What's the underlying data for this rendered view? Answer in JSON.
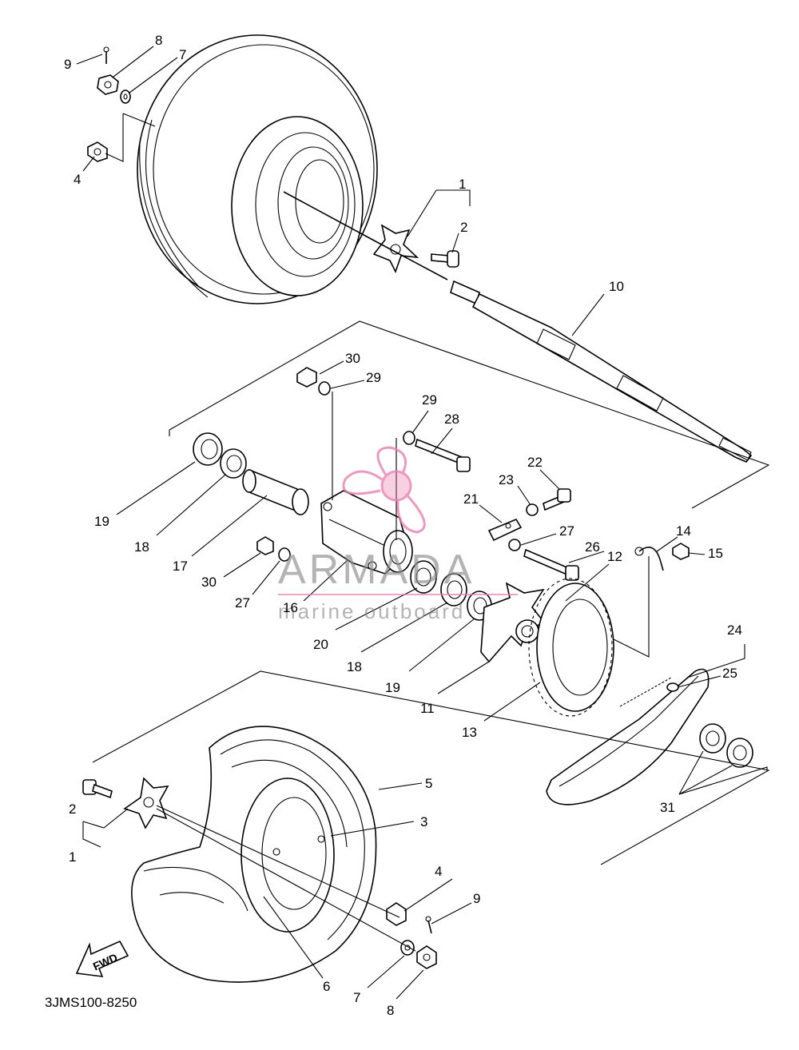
{
  "diagram_code": "3JMS100-8250",
  "direction_label": "FWD",
  "watermark": {
    "brand": "ARMADA",
    "tagline": "marine outboard",
    "accent_color": "#e87fb0",
    "text_color": "#8a8a8a"
  },
  "callouts": {
    "c9a": "9",
    "c8a": "8",
    "c7a": "7",
    "c4a": "4",
    "c1a": "1",
    "c2a": "2",
    "c10": "10",
    "c30a": "30",
    "c29a": "29",
    "c29b": "29",
    "c28": "28",
    "c22": "22",
    "c23": "23",
    "c21": "21",
    "c27a": "27",
    "c14": "14",
    "c15": "15",
    "c26": "26",
    "c12": "12",
    "c19a": "19",
    "c18a": "18",
    "c17": "17",
    "c30b": "30",
    "c27b": "27",
    "c16": "16",
    "c20": "20",
    "c18b": "18",
    "c19b": "19",
    "c11": "11",
    "c24": "24",
    "c25": "25",
    "c13": "13",
    "c31": "31",
    "c5": "5",
    "c3": "3",
    "c2b": "2",
    "c1b": "1",
    "c4b": "4",
    "c9b": "9",
    "c6": "6",
    "c7b": "7",
    "c8b": "8"
  }
}
